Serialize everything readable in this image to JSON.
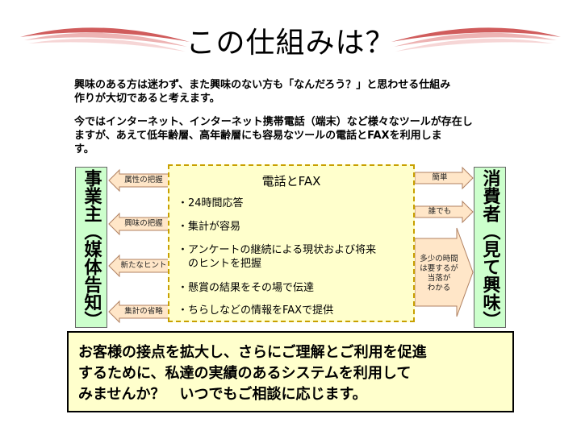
{
  "title": "この仕組みは？",
  "intro": {
    "p1": "興味のある方は迷わず、また興味のない方も「なんだろう？」と思わせる仕組み\n作りが大切であると考えます。",
    "p2": "今ではインターネット、インターネット携帯電話（端末）など様々なツールが存在し\nますが、あえて低年齢層、高年齢層にも容易なツールの電話とFAXを利用しま\nす。"
  },
  "left_box": "事業主（媒体告知）",
  "right_box": "消費者（見て興味）",
  "center": {
    "title": "電話とFAX",
    "features": [
      "・24時間応答",
      "・集計が容易",
      "・アンケートの継続による現状および将来\n　のヒントを把握",
      "・懸賞の結果をその場で伝達",
      "・ちらしなどの情報をFAXで提供"
    ]
  },
  "left_arrows": [
    "属性の把握",
    "興味の把握",
    "新たなヒント",
    "集計の省略"
  ],
  "right_arrows": [
    "簡単",
    "誰でも",
    "多少の時間\nは要するが\n当落が\nわかる"
  ],
  "bottom_text": "お客様の接点を拡大し、さらにご理解とご利用を促進\nするために、私達の実績のあるシステムを利用して\nみませんか？　いつでもご相談に応じます。",
  "colors": {
    "arrow_fill": "#ffe6c8",
    "arrow_stroke": "#b08060",
    "green_box": "#ccffcc",
    "yellow_box": "#ffffcc",
    "swoosh": "#c84040"
  }
}
